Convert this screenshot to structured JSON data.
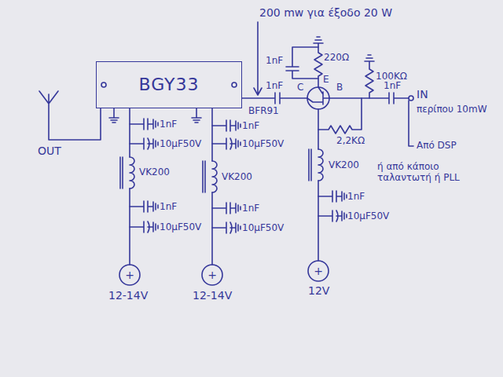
{
  "diagram": {
    "nodes": [
      {
        "text": [
          "BGY33"
        ]
      }
    ],
    "labels": [
      "200 mw για έξοδο 20 W",
      "1nF",
      "220Ω",
      "E",
      "100KΩ",
      "1nF",
      "C",
      "B",
      "1nF",
      "IN",
      "περίπου 10mW",
      "BFR91",
      "2,2KΩ",
      "VK200",
      "1nF",
      "10μF50V",
      "Από DSP",
      "ή από κάποιο ταλαντωτή ή PLL",
      "12V",
      "OUT",
      "1nF",
      "10μF50V",
      "VK200",
      "1nF",
      "10μF50V",
      "12-14V",
      "1nF",
      "10μF50V",
      "VK200",
      "1nF",
      "10μF50V",
      "12-14V",
      "+",
      "+",
      "+"
    ]
  }
}
